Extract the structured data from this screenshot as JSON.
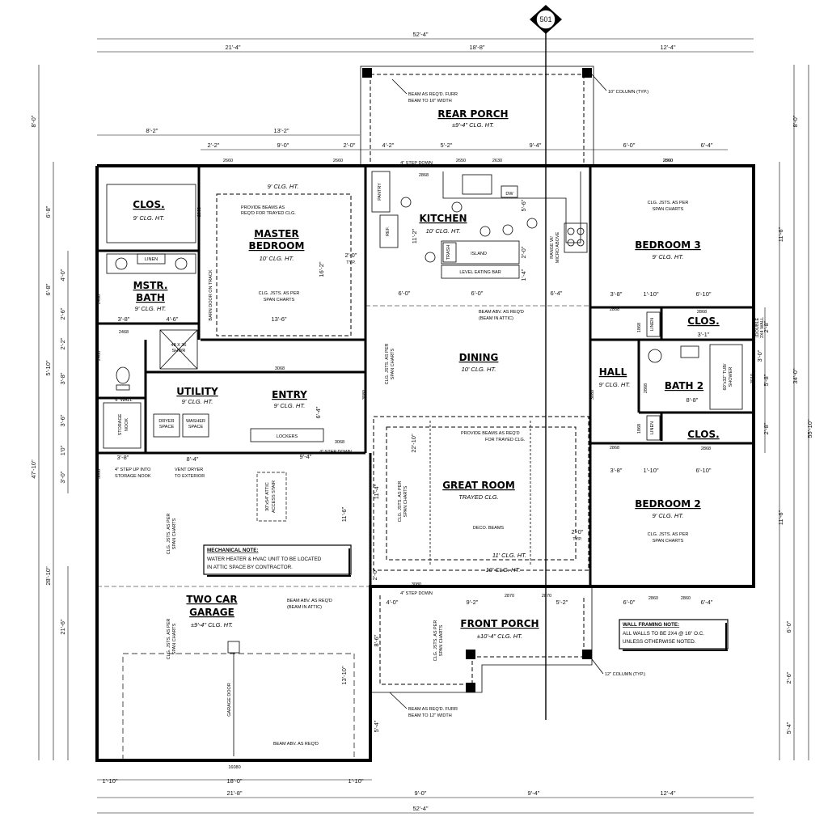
{
  "section_marker": "501",
  "dims_top_overall": "52'-4\"",
  "dims_top": [
    "21'-4\"",
    "18'-8\"",
    "12'-4\""
  ],
  "dims_top2": [
    "8'-2\"",
    "13'-2\""
  ],
  "dims_top3": [
    "2'-2\"",
    "9'-0\"",
    "2'-0\"",
    "4'-2\"",
    "5'-2\"",
    "9'-4\"",
    "6'-0\"",
    "6'-4\""
  ],
  "dims_bottom_overall": "52'-4\"",
  "dims_bottom": [
    "21'-8\"",
    "9'-0\"",
    "9'-4\"",
    "12'-4\""
  ],
  "dims_bottom2": [
    "1'-10\"",
    "18'-0\"",
    "1'-10\""
  ],
  "dims_left": [
    "8'-0\"",
    "47'-10\"",
    "28'-10\"",
    "21'-6\""
  ],
  "dims_left2": [
    "6'-8\"",
    "6'-8\"",
    "5'-10\"",
    "4'-0\"",
    "2'-6\"",
    "2'-2\"",
    "3'-8\"",
    "3'-6\"",
    "1'0\"",
    "3'-0\""
  ],
  "dims_right": [
    "8'-0\"",
    "11'-6\"",
    "34'-0\"",
    "55'-10\"",
    "11'-6\"",
    "6'-0\"",
    "2'-6\"",
    "5'-4\""
  ],
  "dims_right2": [
    "2'-8\"",
    "3'-0\"",
    "2'-8\"",
    "5'-8\"",
    "2'-8\""
  ],
  "rooms": {
    "rear_porch": {
      "name": "REAR PORCH",
      "sub": "±9'-4\" CLG. HT."
    },
    "closet": {
      "name": "CLOS.",
      "sub": "9' CLG. HT."
    },
    "master": {
      "name1": "MASTER",
      "name2": "BEDROOM",
      "sub": "10' CLG. HT."
    },
    "master_bath": {
      "name1": "MSTR.",
      "name2": "BATH",
      "sub": "9' CLG. HT."
    },
    "kitchen": {
      "name": "KITCHEN",
      "sub": "10' CLG. HT."
    },
    "bedroom3": {
      "name": "BEDROOM 3",
      "sub": "9' CLG. HT."
    },
    "dining": {
      "name": "DINING",
      "sub": "10' CLG. HT."
    },
    "utility": {
      "name": "UTILITY",
      "sub": "9' CLG. HT."
    },
    "entry": {
      "name": "ENTRY",
      "sub": "9' CLG. HT."
    },
    "hall": {
      "name": "HALL",
      "sub": "9' CLG. HT."
    },
    "bath2": {
      "name": "BATH 2",
      "sub": "8'-8\""
    },
    "clos_b3": {
      "name": "CLOS."
    },
    "clos_b2": {
      "name": "CLOS."
    },
    "great_room": {
      "name": "GREAT ROOM",
      "sub": "TRAYED CLG."
    },
    "bedroom2": {
      "name": "BEDROOM 2",
      "sub": "9' CLG. HT."
    },
    "garage": {
      "name1": "TWO CAR",
      "name2": "GARAGE",
      "sub": "±9'-4\" CLG. HT."
    },
    "front_porch": {
      "name": "FRONT PORCH",
      "sub": "±10'-4\" CLG. HT."
    }
  },
  "notes": {
    "beam_furr_10": [
      "BEAM AS REQ'D. FURR",
      "BEAM TO 10\" WIDTH"
    ],
    "column_10": "10\" COLUMN (TYP.)",
    "trayed_master": [
      "PROVIDE BEAMS AS",
      "REQ'D FOR TRAYED CLG."
    ],
    "clg_span": [
      "CLG. JSTS. AS PER",
      "SPAN CHARTS"
    ],
    "step_down_rear": "4\" STEP DOWN",
    "beam_attic": [
      "BEAM ABV. AS REQ'D",
      "(BEAM IN ATTIC)"
    ],
    "trayed_great": [
      "PROVIDE BEAMS AS REQ'D",
      "FOR TRAYED CLG."
    ],
    "deco_beams": "DECO. BEAMS",
    "clg_11": "11' CLG. HT.",
    "clg_10": "10' CLG. HT.",
    "step_down_front": "4\" STEP DOWN",
    "step_down_entry": "4\" STEP DOWN",
    "step_up": [
      "4\" STEP UP INTO",
      "STORAGE NOOK"
    ],
    "vent_dryer": [
      "VENT DRYER",
      "TO EXTERIOR"
    ],
    "attic_stair": [
      "30\"x54\" ATTIC",
      "ACCESS STAIR"
    ],
    "mechanical_title": "MECHANICAL NOTE:",
    "mechanical_body": [
      "WATER HEATER & HVAC UNIT TO BE LOCATED",
      "IN ATTIC SPACE BY CONTRACTOR."
    ],
    "wall_framing_title": "WALL FRAMING NOTE:",
    "wall_framing_body": [
      "ALL WALLS TO BE 2X4 @ 16\" O.C.",
      "UNLESS OTHERWISE NOTED."
    ],
    "column_12": "12\" COLUMN (TYP.)",
    "beam_furr_12": [
      "BEAM AS REQ'D. FURR",
      "BEAM TO 12\" WIDTH"
    ],
    "beam_abv": "BEAM ABV. AS REQ'D",
    "garage_door": "GARAGE DOOR",
    "double_wall": [
      "(DOUBLE",
      "2X4 WALL"
    ],
    "tub": [
      "60\"x32\" TUB/",
      "SHOWER"
    ],
    "range": [
      "RANGE W/",
      "MICRO ABOVE"
    ],
    "typ": "TYP.",
    "lockers": "LOCKERS",
    "storage": [
      "STORAGE",
      "NOOK"
    ],
    "linen": "LINEN",
    "pantry": "PANTRY",
    "ref": "REF.",
    "trash": "TRASH",
    "island": "ISLAND",
    "eating_bar": "LEVEL EATING BAR",
    "dw": "DW",
    "shwr": [
      "48 X 36",
      "SHWR"
    ],
    "dryer": [
      "DRYER",
      "SPACE"
    ],
    "washer": [
      "WASHER",
      "SPACE"
    ],
    "barn": "BARN DOOR ON TRACK",
    "door_codes": [
      "2660",
      "2660",
      "2860",
      "2860",
      "2868",
      "2868",
      "3068",
      "3068",
      "3068",
      "3080",
      "3080",
      "2870",
      "2870",
      "2860",
      "2860",
      "16080",
      "2468",
      "2468",
      "3010",
      "2650",
      "2630",
      "1868",
      "1868"
    ]
  }
}
